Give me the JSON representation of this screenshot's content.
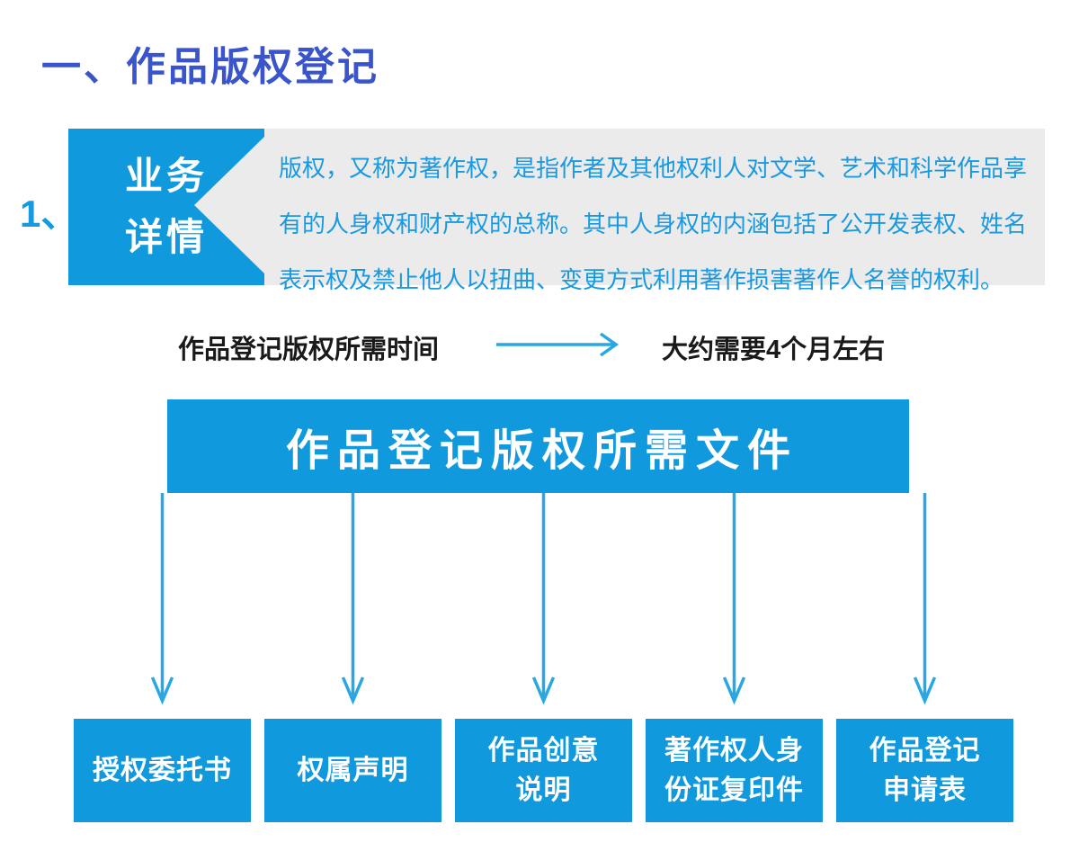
{
  "page": {
    "title": "一、作品版权登记",
    "item_number": "1、"
  },
  "business_detail": {
    "label": "业务\n详情",
    "description": "版权，又称为著作权，是指作者及其他权利人对文学、艺术和科学作品享\n有的人身权和财产权的总称。其中人身权的内涵包括了公开发表权、姓名\n表示权及禁止他人以扭曲、变更方式利用著作损害著作人名誉的权利。"
  },
  "timeline": {
    "label": "作品登记版权所需时间",
    "value": "大约需要4个月左右",
    "arrow_icon": "right-arrow"
  },
  "documents": {
    "header": "作品登记版权所需文件",
    "items": [
      {
        "label": "授权委托书"
      },
      {
        "label": "权属声明"
      },
      {
        "label": "作品创意\n说明"
      },
      {
        "label": "著作权人身\n份证复印件"
      },
      {
        "label": "作品登记\n申请表"
      }
    ]
  },
  "colors": {
    "primary_blue": "#1199dd",
    "arrow_blue": "#29a7e2",
    "title_blue": "#3a54cb",
    "text_black": "#1a1a1a",
    "panel_gray": "#ebebeb",
    "description_blue": "#1899e0"
  }
}
